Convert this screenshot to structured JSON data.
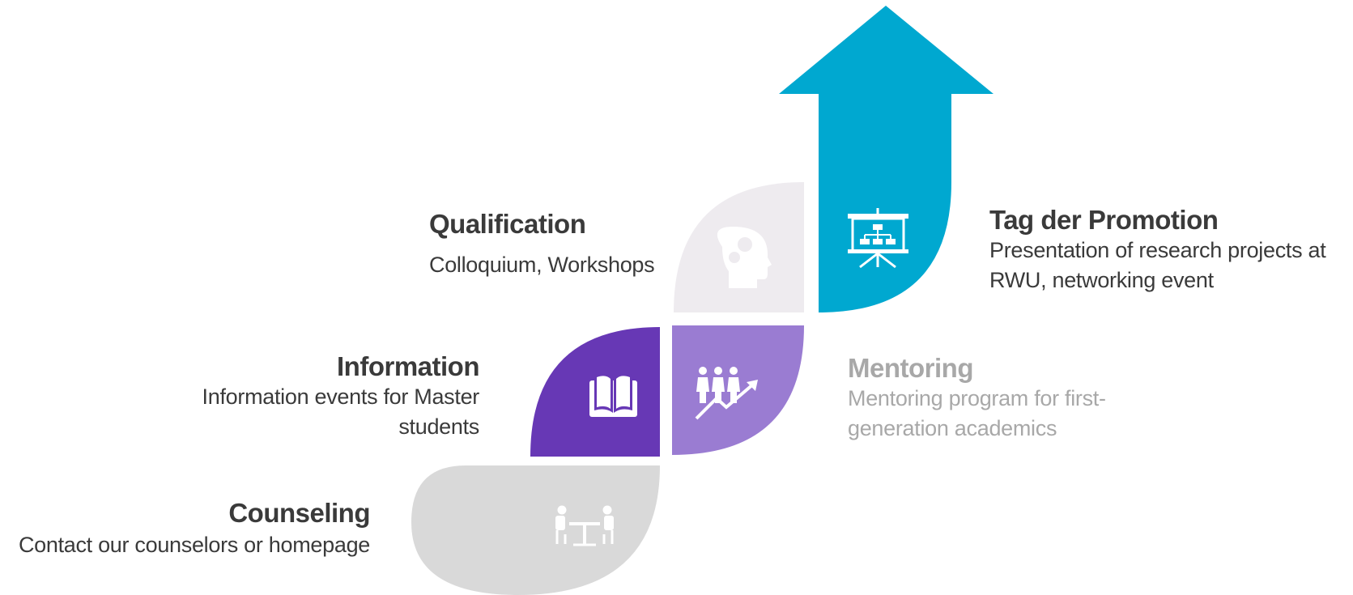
{
  "colors": {
    "counseling": "#d9d9d9",
    "information": "#6738b5",
    "mentoring": "#9a7cd2",
    "qualification": "#eeebef",
    "promotion": "#00a8d0",
    "text": "#3a3a3a",
    "muted_text": "#a8a8a8"
  },
  "steps": {
    "counseling": {
      "title": "Counseling",
      "desc": "Contact our counselors or homepage",
      "icon": "meeting-icon"
    },
    "information": {
      "title": "Information",
      "desc": "Information events for Master students",
      "icon": "open-book-icon"
    },
    "mentoring": {
      "title": "Mentoring",
      "desc": "Mentoring program for first-generation academics",
      "icon": "group-growth-icon"
    },
    "qualification": {
      "title": "Qualification",
      "desc": "Colloquium, Workshops",
      "icon": "head-gears-icon"
    },
    "promotion": {
      "title": "Tag der Promotion",
      "desc": "Presentation of research projects at RWU, networking event",
      "icon": "presentation-board-icon"
    }
  }
}
